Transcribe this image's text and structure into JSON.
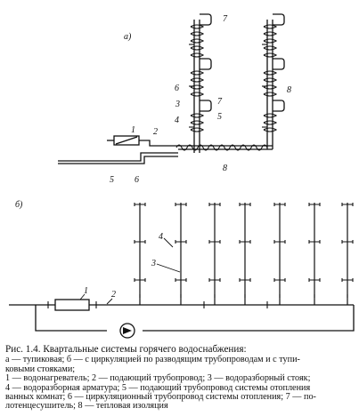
{
  "figure": {
    "panel_a_label": "а)",
    "panel_b_label": "б)",
    "numbers_a": [
      "7",
      "7",
      "6",
      "3",
      "4",
      "5",
      "1",
      "2",
      "5",
      "6",
      "8",
      "8"
    ],
    "numbers_b": [
      "4",
      "3",
      "1",
      "2"
    ]
  },
  "caption": {
    "title": "Рис. 1.4. Квартальные системы горячего водоснабжения:",
    "lines": [
      "а — тупиковая; б — с циркуляцией по разводящим трубопроводам и с тупи-",
      "ковыми стояками;",
      "1 — водонагреватель; 2 — подающий трубопровод; 3 — водоразборный стояк;",
      "4 — водоразборная арматура; 5 — подающий трубопровод системы отопления",
      "ванных комнат; 6 — циркуляционный трубопровод системы отопления; 7 — по-",
      "лотенцесушитель; 8 — тепловая изоляция"
    ]
  }
}
